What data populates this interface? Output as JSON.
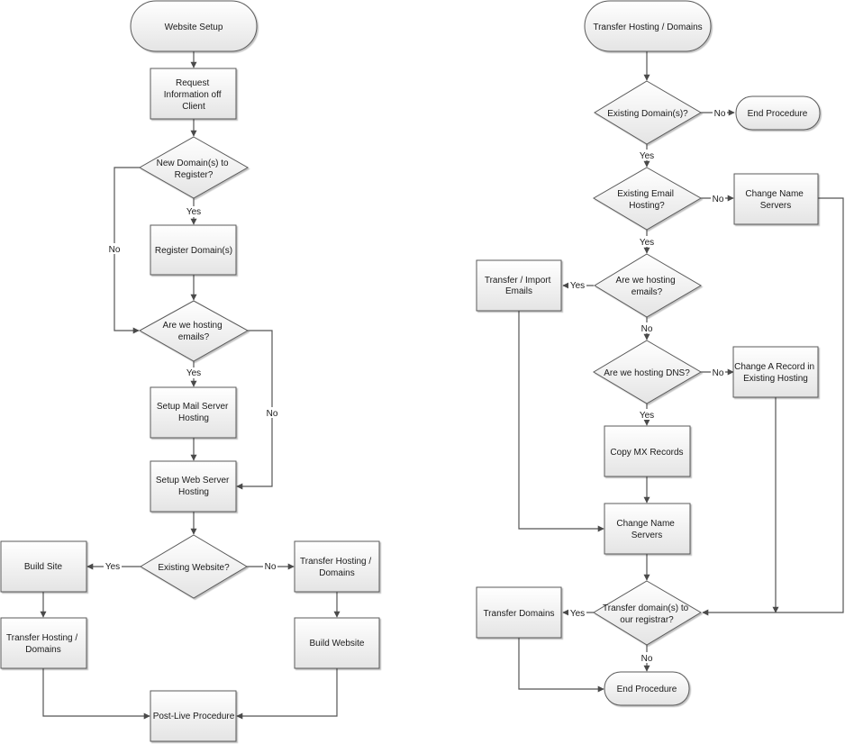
{
  "diagram": {
    "title": "Website Setup flowchart",
    "colors": {
      "line": "#555555",
      "shape_border": "#5a5a5a",
      "fill_top": "#ffffff",
      "fill_bottom": "#e4e4e4",
      "text": "#1a1a1a",
      "shadow": "#c8c8c8"
    },
    "left_flow": {
      "start": "Website Setup",
      "request_info": "Request Information off Client",
      "q_new_domains": "New Domain(s) to Register?",
      "register_domains": "Register Domain(s)",
      "q_hosting_emails": "Are we hosting emails?",
      "setup_mail": "Setup Mail Server Hosting",
      "setup_web": "Setup Web Server Hosting",
      "q_existing_website": "Existing Website?",
      "build_site": "Build Site",
      "transfer_hosting_a": "Transfer Hosting / Domains",
      "transfer_hosting_b": "Transfer Hosting / Domains",
      "build_website": "Build Website",
      "post_live": "Post-Live Procedure",
      "labels": {
        "yes_new_domains": "Yes",
        "no_new_domains": "No",
        "yes_hosting_emails": "Yes",
        "no_hosting_emails": "No",
        "yes_existing_website": "Yes",
        "no_existing_website": "No"
      }
    },
    "right_flow": {
      "start": "Transfer Hosting / Domains",
      "q_existing_domains": "Existing Domain(s)?",
      "end_a": "End Procedure",
      "q_existing_email": "Existing Email Hosting?",
      "change_ns_a": "Change Name Servers",
      "q_hosting_emails": "Are we hosting emails?",
      "transfer_import": "Transfer / Import Emails",
      "q_hosting_dns": "Are we hosting DNS?",
      "change_a_record": "Change A Record in Existing Hosting",
      "copy_mx": "Copy MX Records",
      "change_ns_b": "Change Name Servers",
      "q_transfer_domains": "Transfer domain(s) to our registrar?",
      "transfer_domains": "Transfer Domains",
      "end_b": "End Procedure",
      "labels": {
        "no_existing_domains": "No",
        "yes_existing_domains": "Yes",
        "no_existing_email": "No",
        "yes_existing_email": "Yes",
        "yes_hosting_emails": "Yes",
        "no_hosting_emails": "No",
        "no_hosting_dns": "No",
        "yes_hosting_dns": "Yes",
        "yes_transfer_domains": "Yes",
        "no_transfer_domains": "No"
      }
    }
  }
}
